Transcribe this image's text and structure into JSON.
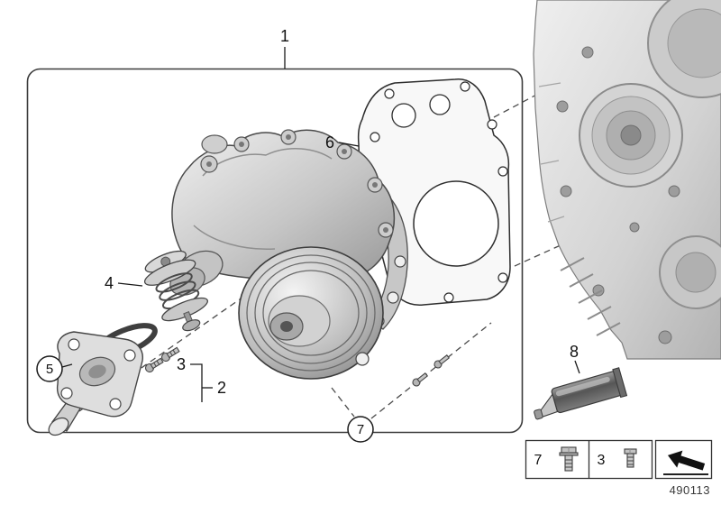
{
  "callouts": {
    "n1": "1",
    "n2": "2",
    "n3": "3",
    "n4": "4",
    "n5": "5",
    "n6": "6",
    "n7": "7",
    "n8": "8"
  },
  "legend": {
    "bolt_large": {
      "label": "7",
      "icon": "flange-bolt-icon"
    },
    "bolt_small": {
      "label": "3",
      "icon": "screw-icon"
    },
    "direction": {
      "icon": "direction-arrow-icon"
    }
  },
  "footer": {
    "part_number": "490113"
  },
  "colors": {
    "line": "#2e2e2e",
    "metal_light": "#e9e9e9",
    "metal_dark": "#8f8f8f",
    "background": "#ffffff"
  }
}
